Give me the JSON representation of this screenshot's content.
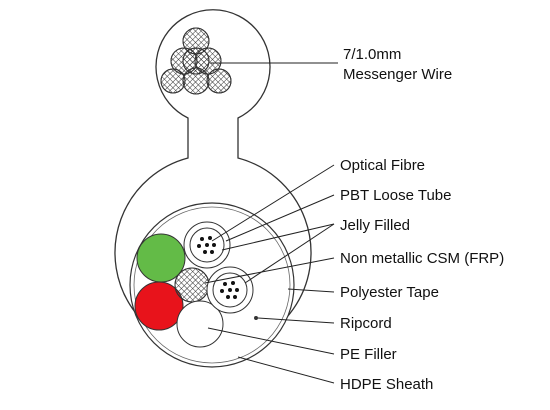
{
  "messenger": {
    "label_line1": "7/1.0mm",
    "label_line2": "Messenger Wire"
  },
  "labels": {
    "optical_fibre": "Optical Fibre",
    "pbt_loose_tube": "PBT Loose Tube",
    "jelly_filled": "Jelly Filled",
    "non_metallic_csm": "Non metallic CSM (FRP)",
    "polyester_tape": "Polyester Tape",
    "ripcord": "Ripcord",
    "pe_filler": "PE Filler",
    "hdpe_sheath": "HDPE Sheath"
  },
  "colors": {
    "green_filler": "#63bb47",
    "red_filler": "#e8131b",
    "outline": "#333333"
  }
}
